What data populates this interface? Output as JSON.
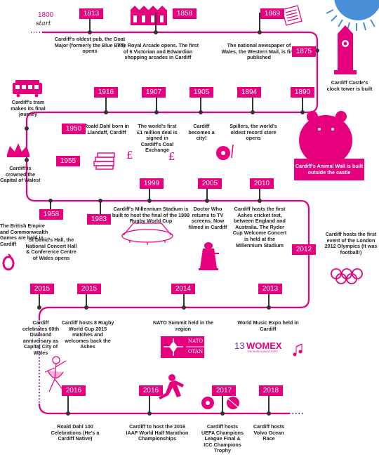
{
  "start": {
    "year": "1800",
    "word": "start"
  },
  "events": [
    {
      "year": "1813",
      "text": "Cardiff's oldest pub, the Goat Major (formerly the Blue Bell) opens"
    },
    {
      "year": "1858",
      "text": "The Royal Arcade opens. The first of 6 Victorian and Edwardian shopping arcades in Cardiff"
    },
    {
      "year": "1869",
      "text": "The national newspaper of Wales, the Western Mail, is first published"
    },
    {
      "year": "1875",
      "text": "Cardiff Castle's clock tower is built"
    },
    {
      "year": "1890",
      "text": "Cardiff's Animal Wall is built outside the castle"
    },
    {
      "year": "1894",
      "text": "Spillers, the world's oldest record store opens"
    },
    {
      "year": "1905",
      "text": "Cardiff becomes a city!"
    },
    {
      "year": "1907",
      "text": "The world's first £1 million deal is signed in Cardiff's Coal Exchange"
    },
    {
      "year": "1916",
      "text": "Roald Dahl born in Llandaff, Cardiff"
    },
    {
      "year": "1950",
      "text": "Cardiff's tram makes its final journey"
    },
    {
      "year": "1955",
      "text": "Cardiff is crowned the Capital of Wales!"
    },
    {
      "year": "1958",
      "text": "The British Empire and Commonwealth Games are held in Cardiff"
    },
    {
      "year": "1983",
      "text": "St David's Hall, the National Concert Hall & Conference Centre of Wales opens"
    },
    {
      "year": "1999",
      "text": "Cardiff's Millennium Stadium is built to host the final of the 1999 Rugby World Cup"
    },
    {
      "year": "2005",
      "text": "Doctor Who returns to TV screens. Now filmed in Cardiff"
    },
    {
      "year": "2010",
      "text": "Cardiff hosts the first Ashes cricket test, between England and Australia. The Ryder Cup Welcome Concert is held at the Millennium Stadium"
    },
    {
      "year": "2012",
      "text": "Cardiff hosts the first event of the London 2012 Olympics (It was football!)"
    },
    {
      "year": "2013",
      "text": "World Music Expo held in Cardiff"
    },
    {
      "year": "2014",
      "text": "NATO Summit held in the region"
    },
    {
      "year": "2015",
      "text": "Cardiff hosts 8 Rugby World Cup 2015 matches and welcomes back the Ashes"
    },
    {
      "year": "2015",
      "text": "Cardiff celebrates 60th Diamond anniversary as Capital City of Wales"
    },
    {
      "year": "2016",
      "text": "Roald Dahl 100 Celebrations (He's a Cardiff Native)"
    },
    {
      "year": "2016",
      "text": "Cardiff to host the 2016 IAAF World Half Marathon Championships"
    },
    {
      "year": "2017",
      "text": "Cardiff hosts UEFA Champions League Final & ICC Champions Trophy"
    },
    {
      "year": "2018",
      "text": "Cardiff hosts Volvo Ocean Race"
    }
  ],
  "logos": {
    "nato_1": "NATO",
    "nato_2": "OTAN",
    "womex_number": "13",
    "womex_name": "WOMEX",
    "womex_sub": "THE WORLD MUSIC EXPO"
  },
  "colors": {
    "accent": "#e6007e",
    "line": "#e6007e",
    "pole": "#333333"
  }
}
